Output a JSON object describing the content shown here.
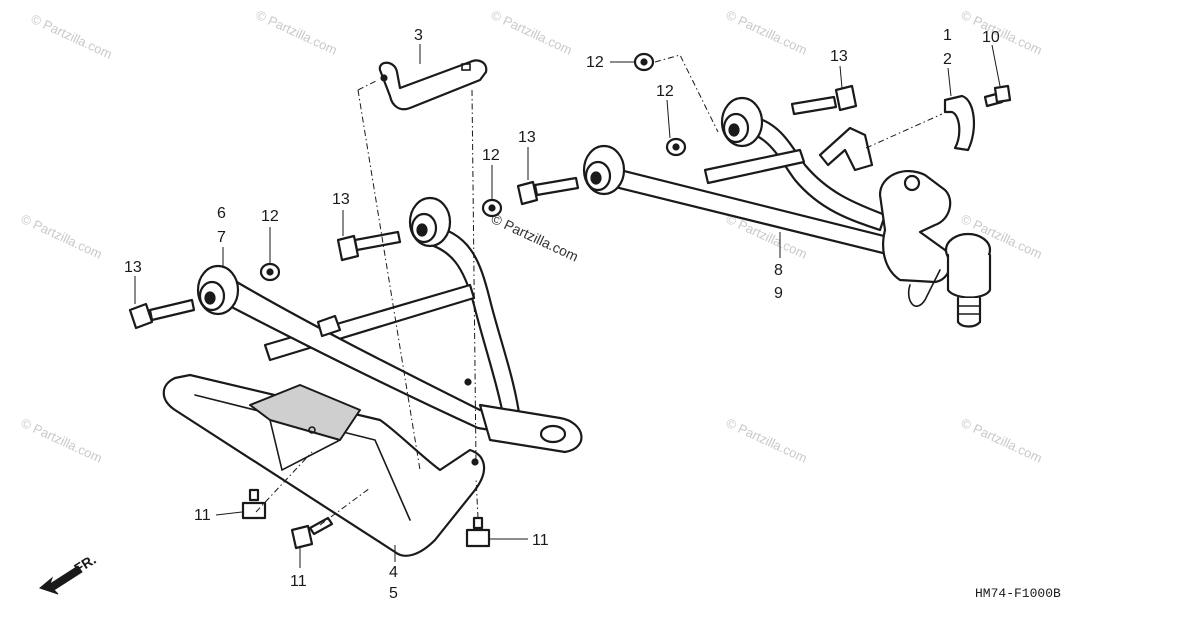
{
  "diagram": {
    "diagram_code": "HM74-F1000B",
    "front_indicator": "FR.",
    "watermark_text": "© Partzilla.com",
    "watermark_center_text": "© Partzilla.com",
    "callouts": {
      "c1": "1",
      "c2": "2",
      "c3": "3",
      "c4": "4",
      "c5": "5",
      "c6": "6",
      "c7": "7",
      "c8": "8",
      "c9": "9",
      "c10": "10",
      "c11a": "11",
      "c11b": "11",
      "c11c": "11",
      "c12a": "12",
      "c12b": "12",
      "c12c": "12",
      "c12d": "12",
      "c13a": "13",
      "c13b": "13",
      "c13c": "13",
      "c13d": "13"
    },
    "colors": {
      "line": "#1a1a1a",
      "watermark": "#c9c9c9",
      "background": "#ffffff"
    }
  }
}
